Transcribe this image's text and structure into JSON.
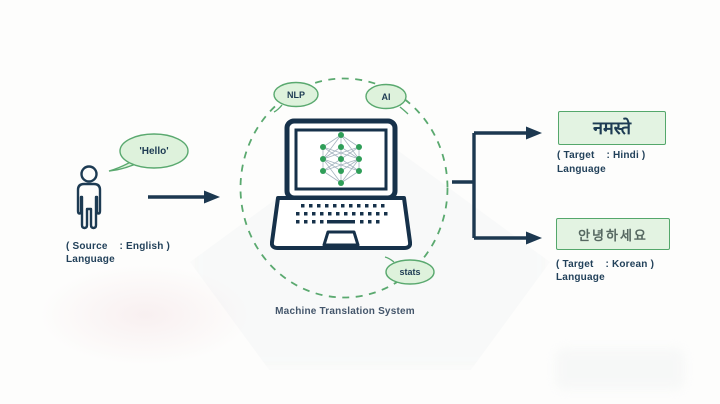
{
  "diagram": {
    "title": "Machine Translation System",
    "source": {
      "speech_bubble": "'Hello'",
      "caption_line1": "( Source    : English )",
      "caption_line2": "Language"
    },
    "system_bubbles": {
      "nlp": "NLP",
      "ai": "AI",
      "stats": "stats"
    },
    "targets": [
      {
        "text": "नमस्ते",
        "caption_line1": "( Target    : Hindi )",
        "caption_line2": "Language"
      },
      {
        "text": "안녕하세요",
        "caption_line1": "( Target    : Korean )",
        "caption_line2": "Language"
      }
    ],
    "colors": {
      "navy": "#1d3b53",
      "green_stroke": "#54a76b",
      "light_green_fill": "#def2dc",
      "node_green": "#2f9e58",
      "edge_gray": "#a6b4bf",
      "label_gray": "#44566b"
    }
  }
}
